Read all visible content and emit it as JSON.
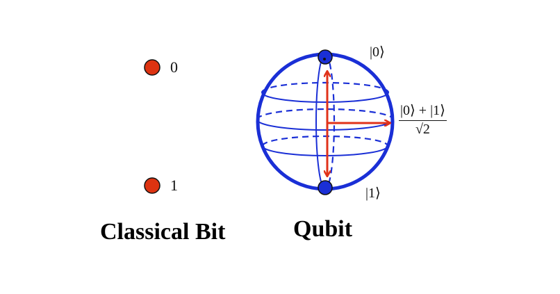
{
  "classical": {
    "states": [
      {
        "label": "0"
      },
      {
        "label": "1"
      }
    ],
    "caption": "Classical Bit",
    "dot_color": "#dd3311"
  },
  "qubit": {
    "caption": "Qubit",
    "top_ket": "|0⟩",
    "bottom_ket": "|1⟩",
    "superposition": {
      "numerator": "|0⟩ + |1⟩",
      "denominator": "√2"
    },
    "sphere_color": "#1a2fd6",
    "arrow_color": "#e0321a"
  }
}
